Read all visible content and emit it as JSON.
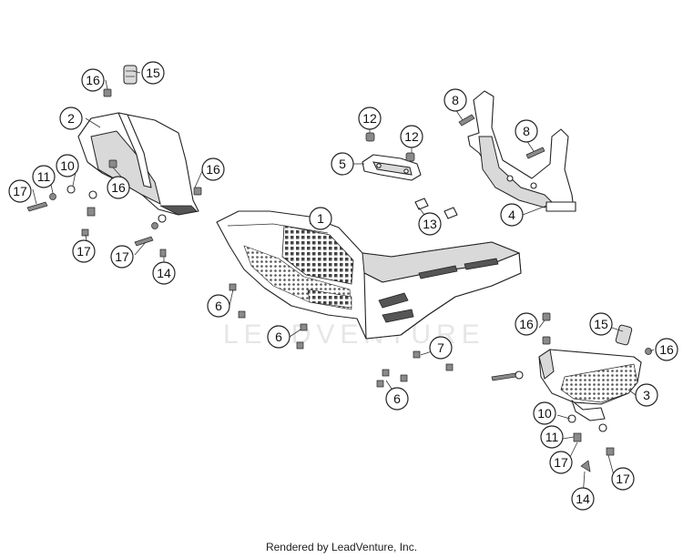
{
  "watermark": "LEADVENTURE",
  "footer_text": "Rendered by LeadVenture, Inc.",
  "callouts": [
    "1",
    "2",
    "3",
    "4",
    "5",
    "6",
    "6",
    "6",
    "7",
    "8",
    "8",
    "10",
    "10",
    "11",
    "11",
    "12",
    "12",
    "13",
    "14",
    "14",
    "15",
    "15",
    "16",
    "16",
    "16",
    "16",
    "16",
    "17",
    "17",
    "17",
    "17",
    "17"
  ]
}
